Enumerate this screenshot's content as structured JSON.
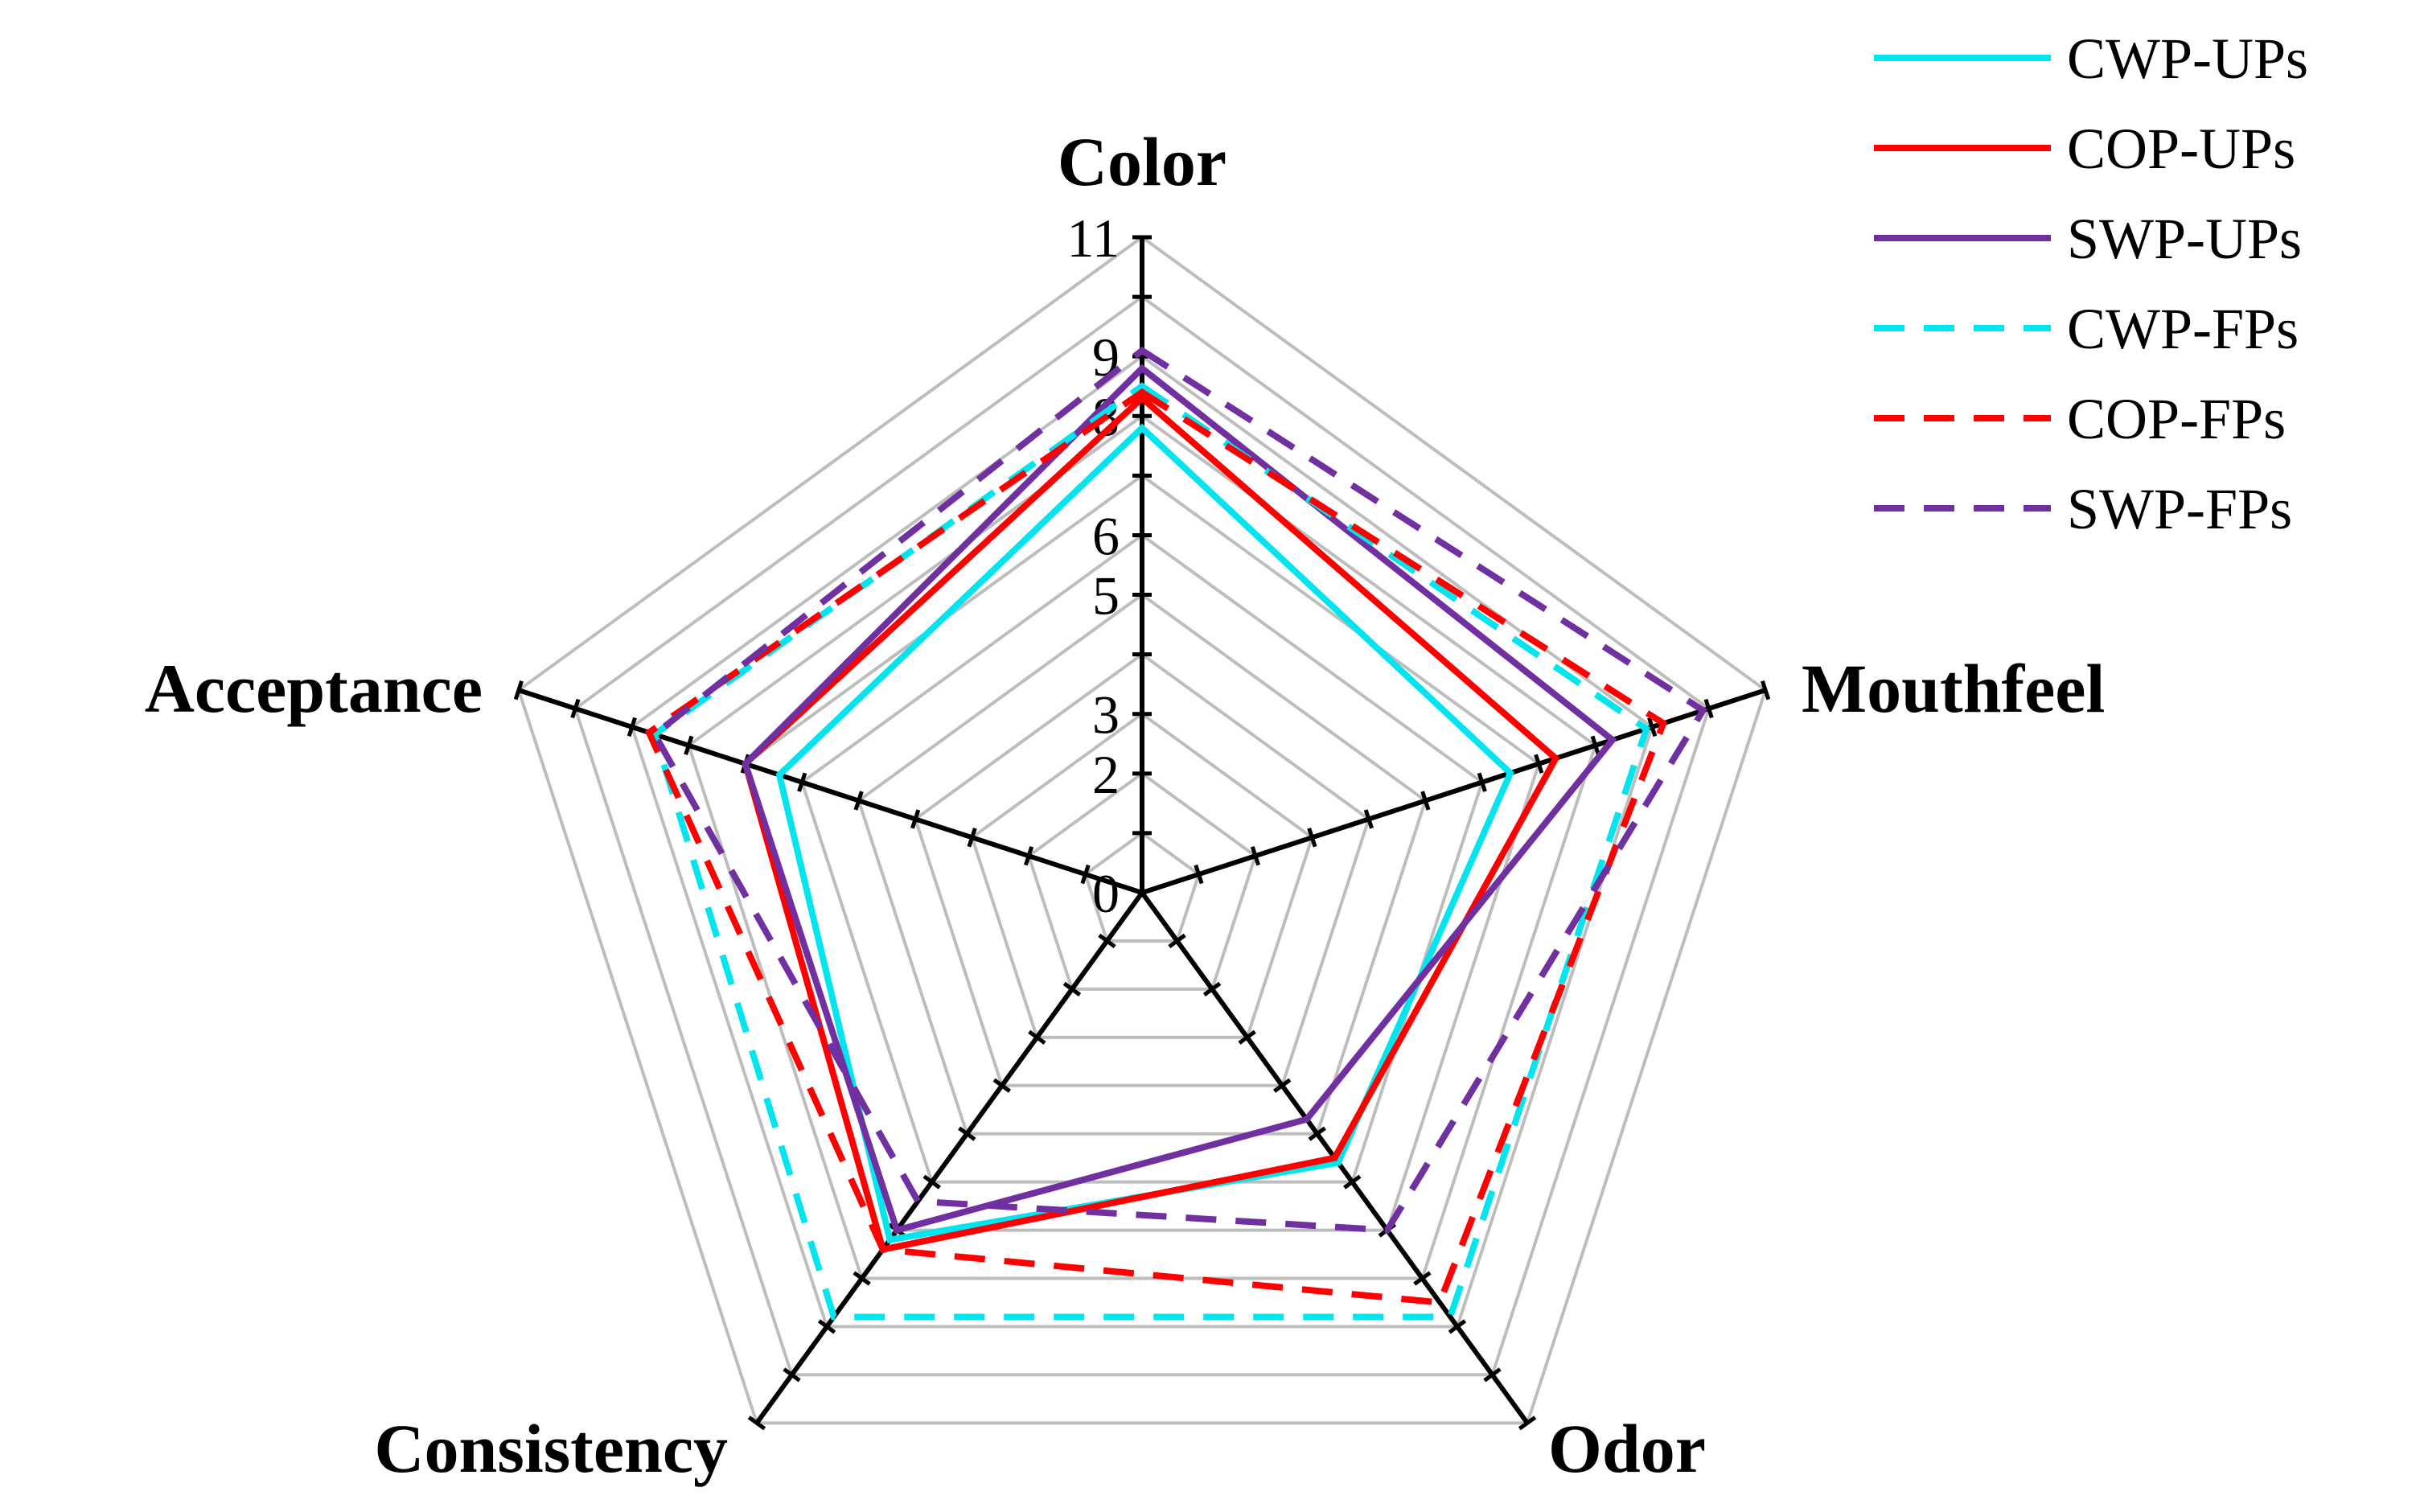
{
  "chart_data": {
    "type": "radar",
    "title": "",
    "axes": [
      "Color",
      "Mouthfeel",
      "Odor",
      "Consistency",
      "Acceptance"
    ],
    "tick_labels": [
      "0",
      "2",
      "3",
      "5",
      "6",
      "8",
      "9",
      "11"
    ],
    "tick_values": [
      0,
      2,
      3,
      5,
      6,
      8,
      9,
      11
    ],
    "range": [
      0,
      11
    ],
    "grid": true,
    "legend_position": "top-right",
    "series": [
      {
        "name": "CWP-UPs",
        "color": "#00E5EE",
        "dash": "solid",
        "values": [
          7.8,
          6.5,
          5.6,
          7.2,
          6.4
        ]
      },
      {
        "name": "COP-UPs",
        "color": "#FF0000",
        "dash": "solid",
        "values": [
          8.3,
          7.3,
          5.5,
          7.4,
          7.0
        ]
      },
      {
        "name": "SWP-UPs",
        "color": "#7030A0",
        "dash": "solid",
        "values": [
          8.8,
          8.3,
          4.7,
          7.0,
          7.0
        ]
      },
      {
        "name": "CWP-FPs",
        "color": "#00E5EE",
        "dash": "dashed",
        "values": [
          8.5,
          8.9,
          8.8,
          8.8,
          8.6
        ]
      },
      {
        "name": "COP-FPs",
        "color": "#FF0000",
        "dash": "dashed",
        "values": [
          8.4,
          9.2,
          8.5,
          7.4,
          8.7
        ]
      },
      {
        "name": "SWP-FPs",
        "color": "#7030A0",
        "dash": "dashed",
        "values": [
          9.1,
          9.9,
          7.0,
          6.4,
          8.6
        ]
      }
    ]
  }
}
